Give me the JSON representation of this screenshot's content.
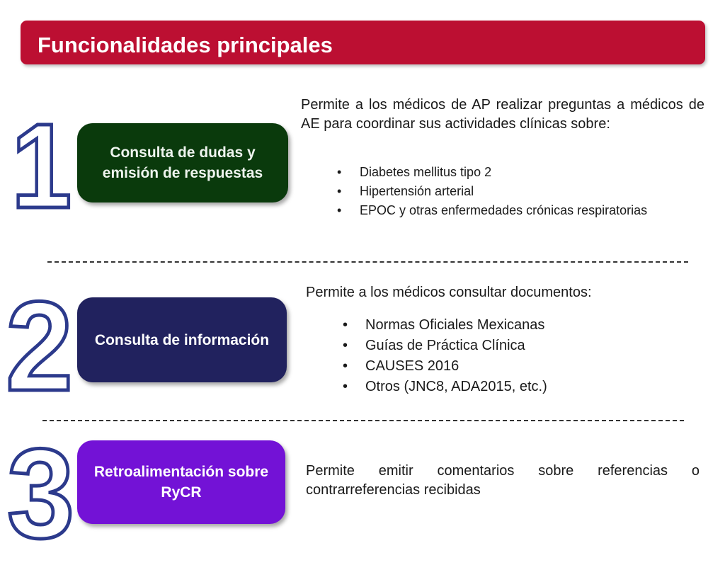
{
  "title": "Funcionalidades principales",
  "rows": [
    {
      "number": "1",
      "box_label": "Consulta de dudas y emisión de respuestas",
      "box_color": "#0a3a0c",
      "description": "Permite a los médicos de AP realizar preguntas a médicos de AE para coordinar sus actividades clínicas sobre:",
      "bullets": [
        "Diabetes mellitus tipo 2",
        "Hipertensión arterial",
        "EPOC y otras enfermedades crónicas respiratorias"
      ]
    },
    {
      "number": "2",
      "box_label": "Consulta de información",
      "box_color": "#21225e",
      "description": "Permite a los médicos consultar documentos:",
      "bullets": [
        "Normas Oficiales Mexicanas",
        "Guías de Práctica Clínica",
        "CAUSES 2016",
        "Otros (JNC8, ADA2015, etc.)"
      ]
    },
    {
      "number": "3",
      "box_label": "Retroalimentación sobre RyCR",
      "box_color": "#7312d6",
      "description": "Permite emitir comentarios sobre referencias o contrarreferencias recibidas",
      "bullets": []
    }
  ],
  "bullet_glyph": "•",
  "colors": {
    "title_bar": "#bc0f32",
    "number_outline": "#2c3a8c"
  }
}
